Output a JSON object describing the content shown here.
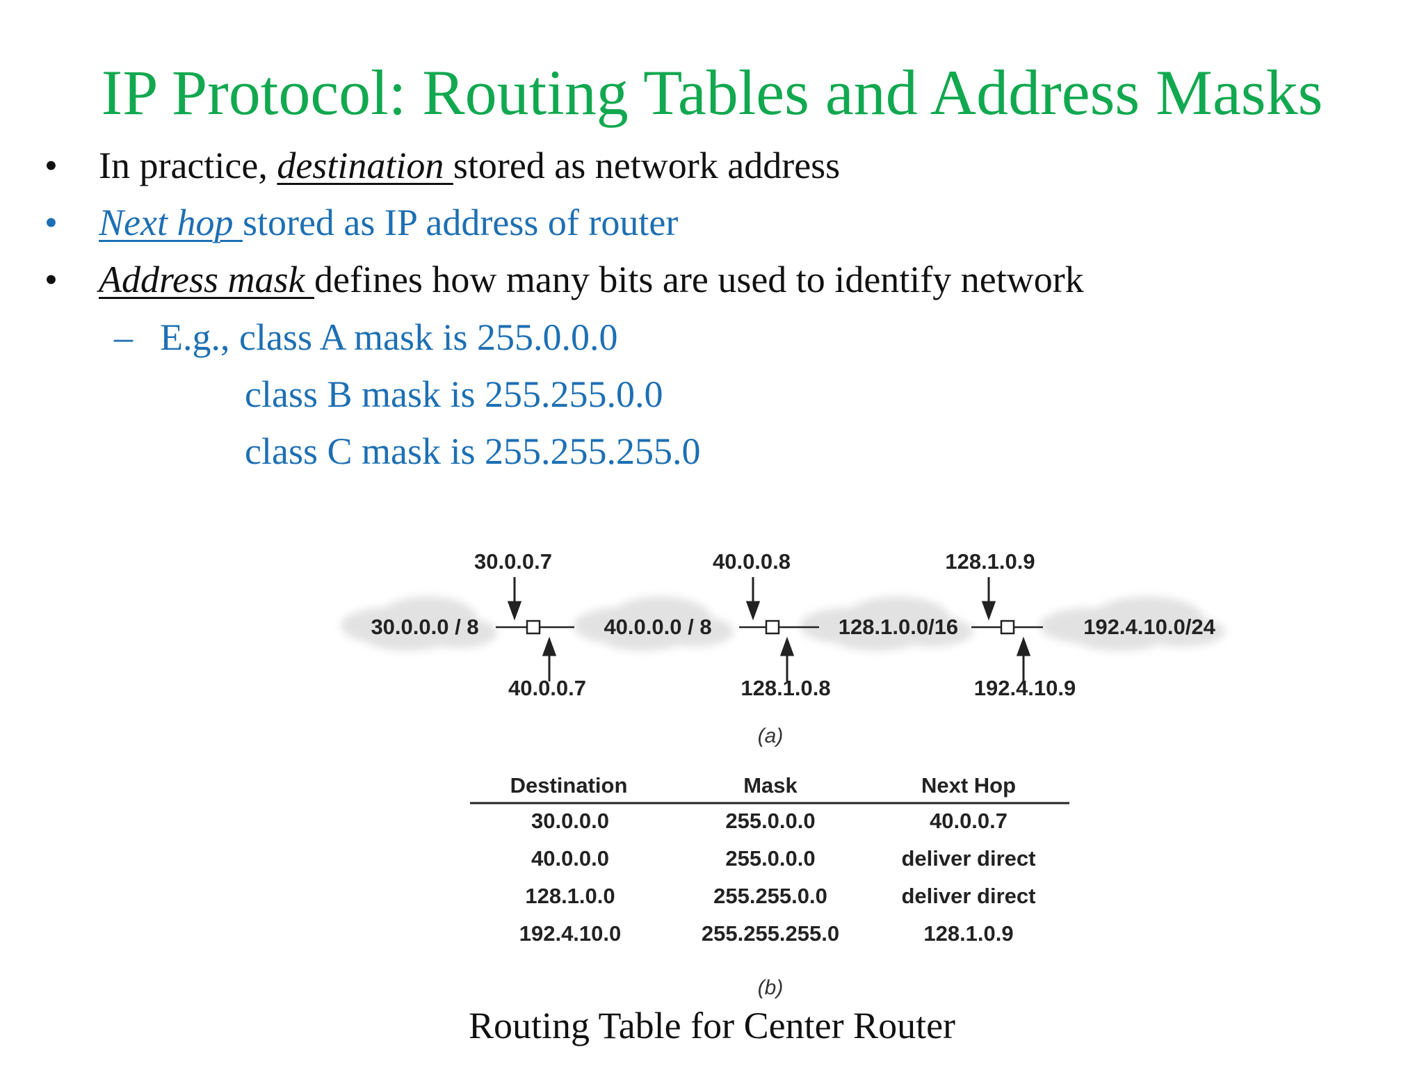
{
  "slide": {
    "title": "IP Protocol: Routing Tables and Address Masks",
    "bullets": [
      {
        "marker": "•",
        "term": "destination ",
        "prefix": "In practice, ",
        "suffix": "stored as network address"
      },
      {
        "marker": "•",
        "term": "Next hop ",
        "prefix": "",
        "suffix": "stored as IP address of router"
      },
      {
        "marker": "•",
        "term": "Address mask ",
        "prefix": "",
        "suffix": "defines how many bits are used to identify network"
      }
    ],
    "sub_bullet": {
      "marker": "–",
      "lines": [
        "E.g., class A mask is 255.0.0.0",
        "class B mask is 255.255.0.0",
        "class C mask is 255.255.255.0"
      ]
    },
    "caption": "Routing Table for Center Router",
    "colors": {
      "title": "#11a84f",
      "accent_blue": "#1d6fb3",
      "text": "#111111"
    }
  },
  "figure": {
    "networks": [
      "30.0.0.0 / 8",
      "40.0.0.0 / 8",
      "128.1.0.0/16",
      "192.4.10.0/24"
    ],
    "routers": [
      {
        "top_addr": "30.0.0.7",
        "bottom_addr": "40.0.0.7"
      },
      {
        "top_addr": "40.0.0.8",
        "bottom_addr": "128.1.0.8"
      },
      {
        "top_addr": "128.1.0.9",
        "bottom_addr": "192.4.10.9"
      }
    ],
    "label_a": "(a)",
    "label_b": "(b)",
    "table": {
      "headers": [
        "Destination",
        "Mask",
        "Next Hop"
      ],
      "rows": [
        [
          "30.0.0.0",
          "255.0.0.0",
          "40.0.0.7"
        ],
        [
          "40.0.0.0",
          "255.0.0.0",
          "deliver direct"
        ],
        [
          "128.1.0.0",
          "255.255.0.0",
          "deliver direct"
        ],
        [
          "192.4.10.0",
          "255.255.255.0",
          "128.1.0.9"
        ]
      ]
    }
  }
}
